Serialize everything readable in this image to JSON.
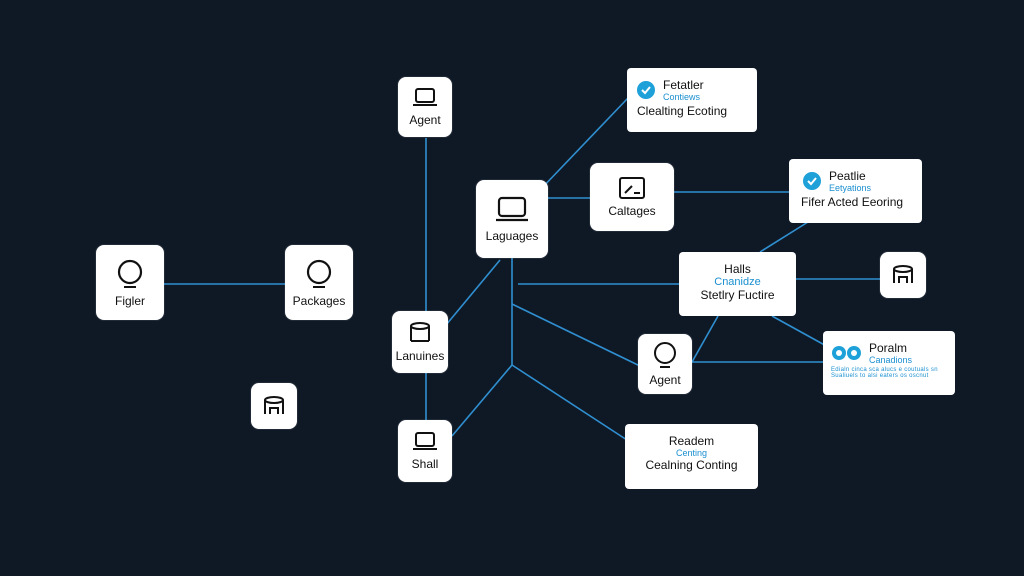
{
  "nodes": {
    "agent_top": {
      "label": "Agent",
      "icon": "laptop-icon"
    },
    "languages": {
      "label": "Laguages",
      "icon": "laptop-icon"
    },
    "figler": {
      "label": "Figler",
      "icon": "circle-icon"
    },
    "packages": {
      "label": "Packages",
      "icon": "circle-icon"
    },
    "lanuines": {
      "label": "Lanuines",
      "icon": "cylinder-icon"
    },
    "small_cyl": {
      "label": "",
      "icon": "cylinder-icon"
    },
    "shall": {
      "label": "Shall",
      "icon": "laptop-icon"
    },
    "caltages": {
      "label": "Caltages",
      "icon": "chart-icon"
    },
    "agent_mid": {
      "label": "Agent",
      "icon": "circle-icon"
    },
    "right_cyl": {
      "label": "",
      "icon": "cylinder-icon"
    }
  },
  "cards": {
    "feature_top": {
      "title": "Fetatler",
      "sub": "Contiews",
      "desc": "Clealting Ecoting",
      "icon": "check-icon"
    },
    "feature_right": {
      "title": "Peatlie",
      "sub": "Eetyations",
      "desc": "Fifer Acted Eeoring",
      "icon": "check-icon"
    },
    "halls": {
      "title": "Halls",
      "sub": "Cnanidze",
      "desc": "Stetlry Fuctire"
    },
    "poralm": {
      "title": "Poralm",
      "sub": "Canadions",
      "tiny1": "Edialn cinca sca alucs e coutuals sn",
      "tiny2": "Sualiuels to alsi  eaters  os oscnut",
      "icon": "toggle-icon"
    },
    "readem": {
      "title": "Readem",
      "sub": "Centing",
      "desc": "Cealning Conting"
    }
  },
  "colors": {
    "background": "#0f1926",
    "edge": "#2f8fd0",
    "accent": "#1da1d8"
  }
}
